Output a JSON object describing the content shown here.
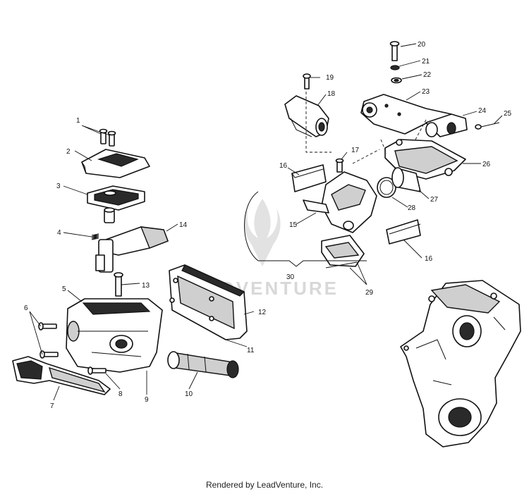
{
  "diagram": {
    "callouts": {
      "c1": "1",
      "c2": "2",
      "c3": "3",
      "c4": "4",
      "c5": "5",
      "c6": "6",
      "c7": "7",
      "c8": "8",
      "c9": "9",
      "c10": "10",
      "c11": "11",
      "c12": "12",
      "c13": "13",
      "c14": "14",
      "c15": "15",
      "c16a": "16",
      "c16b": "16",
      "c17": "17",
      "c18": "18",
      "c19": "19",
      "c20": "20",
      "c21": "21",
      "c22": "22",
      "c23": "23",
      "c24": "24",
      "c25": "25",
      "c26": "26",
      "c27": "27",
      "c28": "28",
      "c29": "29",
      "c30": "30"
    },
    "watermark": "LEADVENTURE"
  },
  "footer": {
    "text": "Rendered by LeadVenture, Inc."
  }
}
